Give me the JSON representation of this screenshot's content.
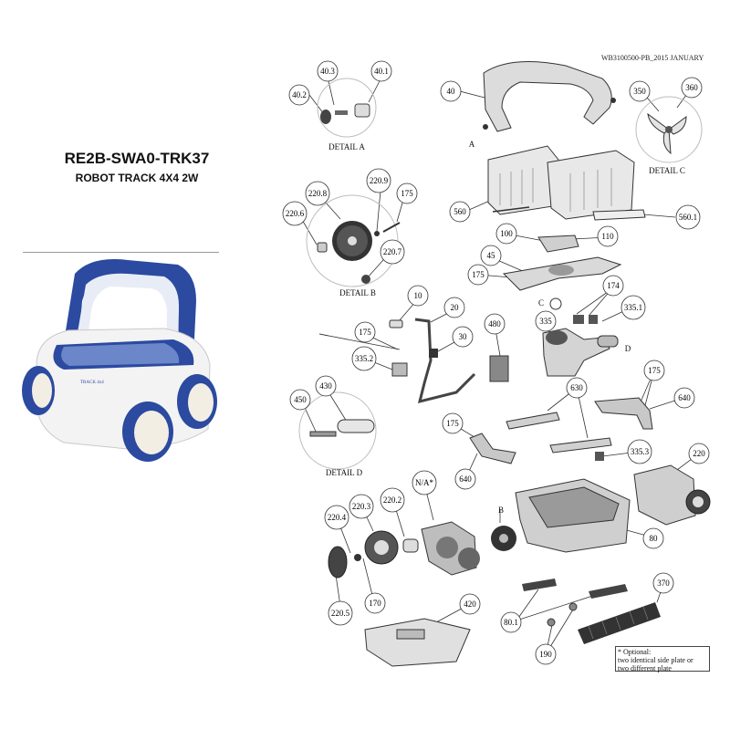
{
  "header": {
    "model": "RE2B-SWA0-TRK37",
    "product": "ROBOT TRACK 4X4 2W",
    "doc_ref": "WB3100500-PB_2015 JANUARY",
    "robot_badge": "TRACK 4x4"
  },
  "details": {
    "a": "DETAIL A",
    "b": "DETAIL B",
    "c": "DETAIL C",
    "d": "DETAIL D"
  },
  "refs": {
    "a": "A",
    "b": "B",
    "c": "C",
    "d": "D"
  },
  "parts": {
    "p40_3": "40.3",
    "p40_1": "40.1",
    "p40_2": "40.2",
    "p40": "40",
    "p350": "350",
    "p360": "360",
    "p220_8": "220.8",
    "p220_9": "220.9",
    "p175_b": "175",
    "p220_6": "220.6",
    "p220_7": "220.7",
    "p560": "560",
    "p560_1": "560.1",
    "p100": "100",
    "p110": "110",
    "p45": "45",
    "p175_a": "175",
    "p10": "10",
    "p20": "20",
    "p174": "174",
    "p335_1": "335.1",
    "p480": "480",
    "p335": "335",
    "p175_c": "175",
    "p335_2": "335.2",
    "p30": "30",
    "p430": "430",
    "p450": "450",
    "p630": "630",
    "p175_d": "175",
    "p640_a": "640",
    "p175_e": "175",
    "p640_b": "640",
    "p335_3": "335.3",
    "p220": "220",
    "p220_3": "220.3",
    "p220_2": "220.2",
    "p_na": "N/A*",
    "p220_4": "220.4",
    "p80": "80",
    "p170": "170",
    "p220_5": "220.5",
    "p420": "420",
    "p370": "370",
    "p80_1": "80.1",
    "p190": "190"
  },
  "note": {
    "line1": "* Optional:",
    "line2": "two identical side plate or",
    "line3": "two different plate"
  },
  "colors": {
    "robot_blue": "#2b4aa0",
    "line": "#333333",
    "part_grey": "#d8d8d8",
    "part_dark": "#555555"
  }
}
